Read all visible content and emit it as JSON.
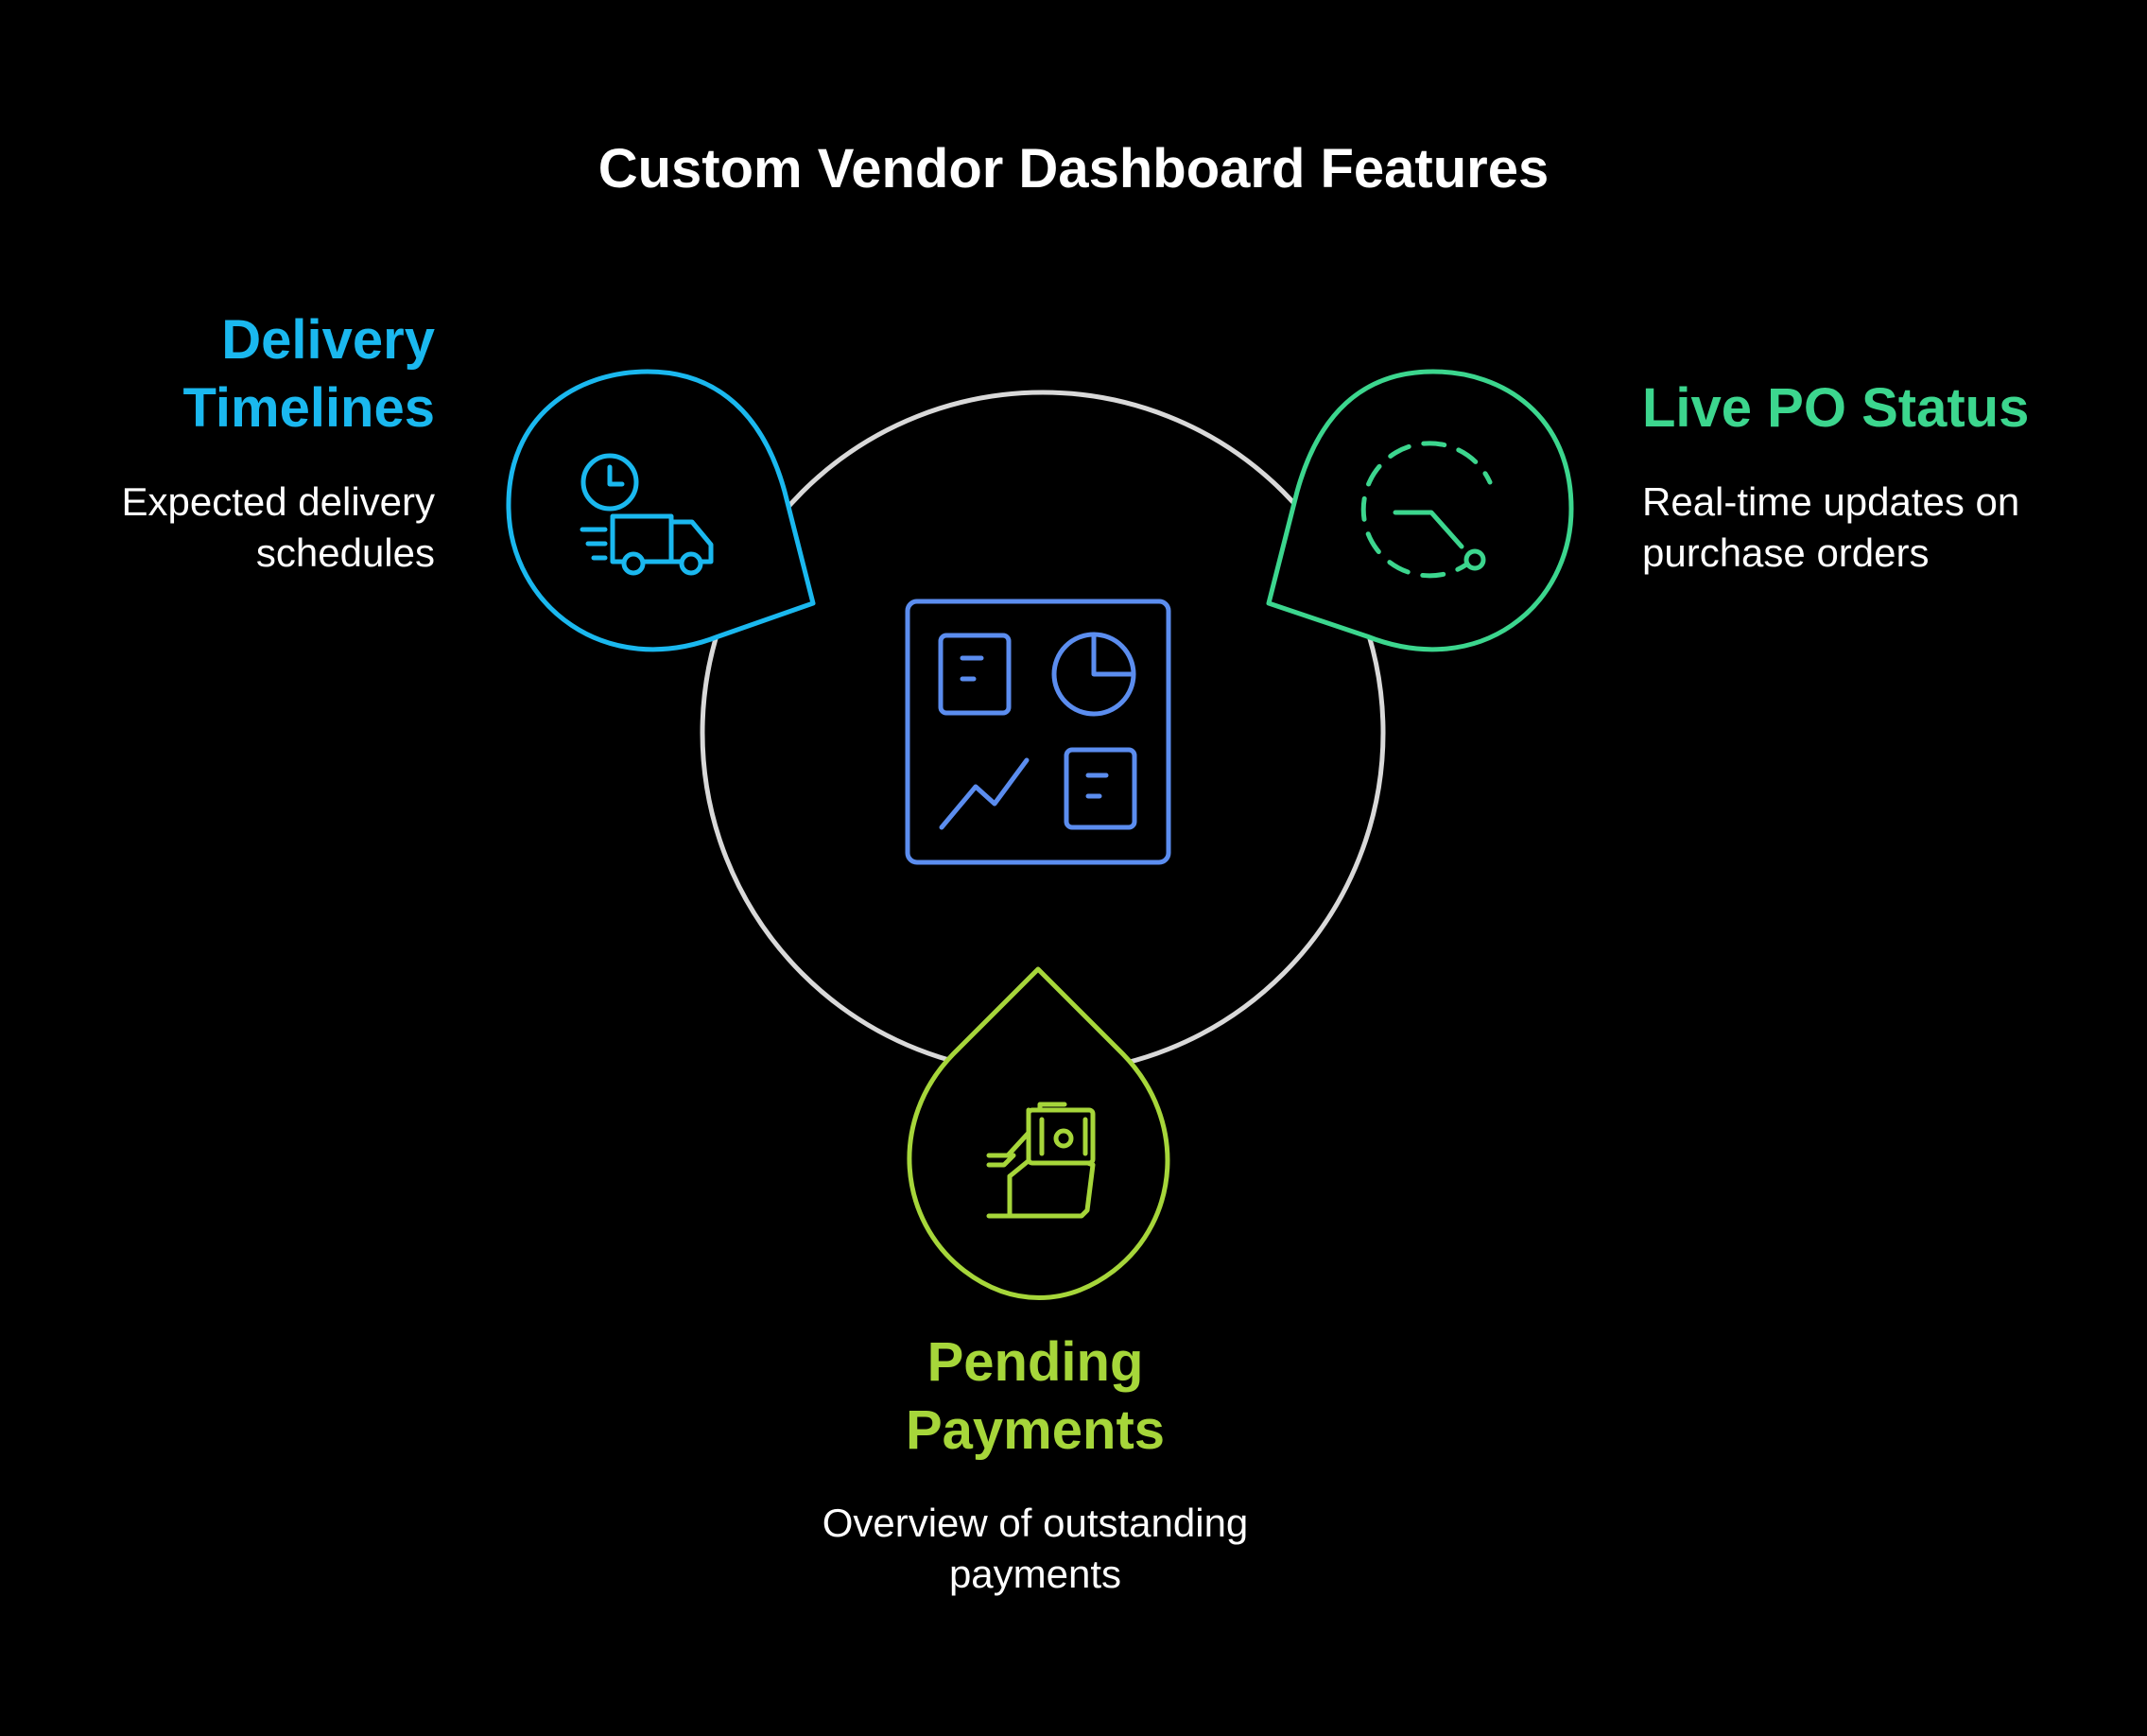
{
  "title": "Custom Vendor Dashboard Features",
  "colors": {
    "background": "#000000",
    "circle": "#d9d9d9",
    "delivery": "#1ab8ef",
    "po_status": "#3cd68e",
    "payments": "#a6d63a",
    "dashboard": "#5b8def"
  },
  "center": {
    "icon": "dashboard-icon"
  },
  "features": {
    "delivery": {
      "heading_line1": "Delivery",
      "heading_line2": "Timelines",
      "desc_line1": "Expected delivery",
      "desc_line2": "schedules",
      "icon": "delivery-truck-clock-icon"
    },
    "po_status": {
      "heading": "Live PO Status",
      "desc_line1": "Real-time updates on",
      "desc_line2": "purchase orders",
      "icon": "status-progress-icon"
    },
    "payments": {
      "heading_line1": "Pending",
      "heading_line2": "Payments",
      "desc_line1": "Overview of outstanding",
      "desc_line2": "payments",
      "icon": "hand-money-icon"
    }
  }
}
